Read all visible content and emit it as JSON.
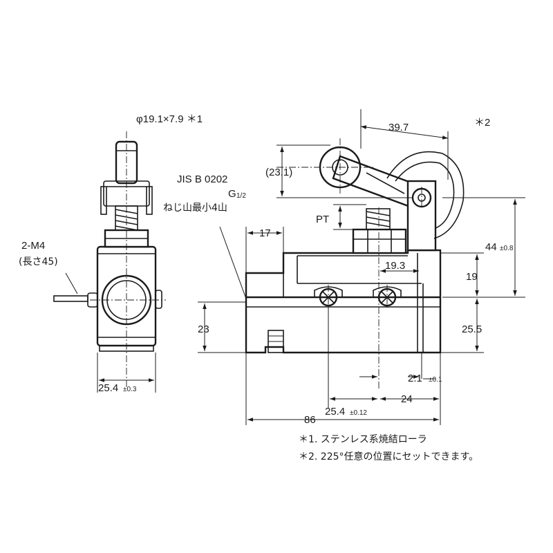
{
  "labels": {
    "roller_spec": "φ19.1×7.9 ＊1",
    "star2": "＊2",
    "dim_39_7": "39.7",
    "dim_23_1": "(23.1)",
    "jis": "JIS B 0202",
    "thread_g": "G",
    "thread_frac": "1/2",
    "thread_note": "ねじ山最小4山",
    "dim_17": "17",
    "pt": "PT",
    "dim_44": "44",
    "dim_44_tol": "±0.8",
    "dim_19_3": "19.3",
    "dim_19": "19",
    "dim_25_5": "25.5",
    "dim_23": "23",
    "screw": "2-M4",
    "screw_len": "(長さ45)",
    "dim_25_4_left": "25.4",
    "dim_25_4_left_tol": "±0.3",
    "dim_2_1": "2.1",
    "dim_2_1_tol": "±0.1",
    "dim_24": "24",
    "dim_25_4_bottom": "25.4",
    "dim_25_4_bottom_tol": "±0.12",
    "dim_86": "86"
  },
  "notes": [
    "＊1. ステンレス系焼結ローラ",
    "＊2. 225°任意の位置にセットできます。"
  ]
}
